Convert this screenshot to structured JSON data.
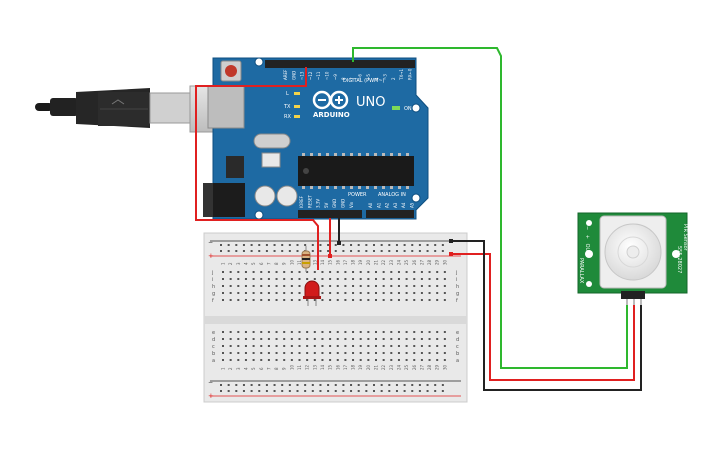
{
  "canvas": {
    "background": "#ffffff"
  },
  "arduino": {
    "logo_text": "ARDUINO",
    "model": "UNO",
    "digital_label": "DIGITAL (PWM~)",
    "power_label": "POWER",
    "analog_label": "ANALOG IN",
    "on_label": "ON",
    "led_labels": [
      "L",
      "TX",
      "RX"
    ],
    "digital_pins": [
      "AREF",
      "GND",
      "~13",
      "~12",
      "~11",
      "~10",
      "~9",
      "8",
      "7",
      "~6",
      "~5",
      "4",
      "~3",
      "2",
      "TX→1",
      "RX←0"
    ],
    "power_pins": [
      "IOREF",
      "RESET",
      "3.3V",
      "5V",
      "GND",
      "GND",
      "Vin"
    ],
    "analog_pins": [
      "A0",
      "A1",
      "A2",
      "A3",
      "A4",
      "A5"
    ],
    "board_color": "#1e6aa3"
  },
  "breadboard": {
    "rows_top": [
      "j",
      "i",
      "h",
      "g",
      "f"
    ],
    "rows_bottom": [
      "e",
      "d",
      "c",
      "b",
      "a"
    ],
    "columns": [
      "1",
      "2",
      "3",
      "4",
      "5",
      "6",
      "7",
      "8",
      "9",
      "10",
      "11",
      "12",
      "13",
      "14",
      "15",
      "16",
      "17",
      "18",
      "19",
      "20",
      "21",
      "22",
      "23",
      "24",
      "25",
      "26",
      "27",
      "28",
      "29",
      "30"
    ],
    "rail_minus": "−",
    "rail_plus": "+"
  },
  "pir_sensor": {
    "name": "PIR Sensor",
    "part_number": "555-28027",
    "brand": "PARALLAX",
    "pins": [
      "−",
      "+",
      "OUT"
    ]
  },
  "wire_colors": {
    "green": "#2eb82e",
    "red": "#e02020",
    "black": "#222222"
  },
  "icons": [
    "usb-cable-icon",
    "arduino-uno-board",
    "breadboard",
    "red-led-icon",
    "resistor-icon",
    "pir-sensor-icon"
  ]
}
